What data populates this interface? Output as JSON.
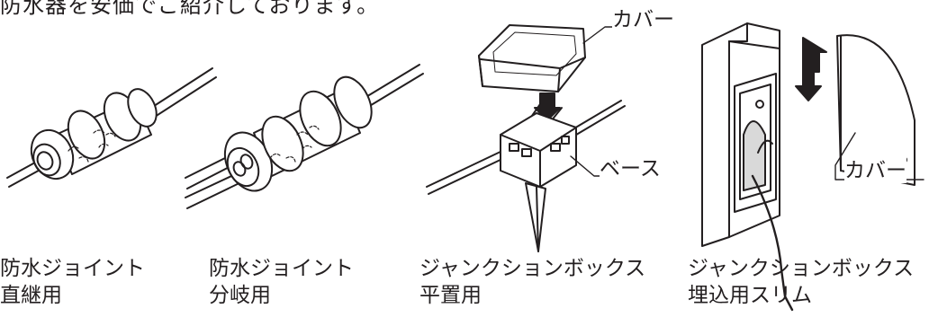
{
  "header_fragment": "防水器を安価でご紹介しております。",
  "items": [
    {
      "line1": "防水ジョイント",
      "line2": "直継用"
    },
    {
      "line1": "防水ジョイント",
      "line2": "分岐用"
    },
    {
      "line1": "ジャンクションボックス",
      "line2": "平置用"
    },
    {
      "line1": "ジャンクションボックス",
      "line2": "埋込用スリム"
    }
  ],
  "callouts": {
    "cover_1": "カバー",
    "base": "ベース",
    "cover_2": "カバー"
  },
  "colors": {
    "ink": "#231f20",
    "paper": "#ffffff",
    "shade": "#d9d9d9"
  }
}
